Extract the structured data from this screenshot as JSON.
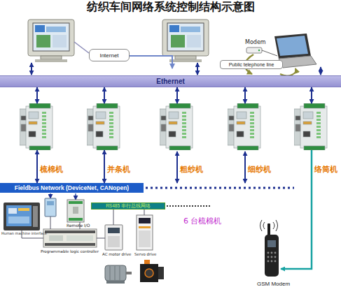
{
  "diagram": {
    "title": "纺织车间网络系统控制结构示意图",
    "nodes": [
      {
        "text": [
          "Internet"
        ]
      },
      {
        "text": [
          "Public telephone line"
        ]
      },
      {
        "text": [
          "Ethernet"
        ]
      },
      {
        "text": [
          "梳棉机"
        ]
      },
      {
        "text": [
          "并条机"
        ]
      },
      {
        "text": [
          "粗纱机"
        ]
      },
      {
        "text": [
          "细纱机"
        ]
      },
      {
        "text": [
          "络筒机"
        ]
      },
      {
        "text": [
          "Fieldbus Network (DeviceNet, CANopen)"
        ]
      },
      {
        "text": [
          "RS485 串行总线网络"
        ]
      },
      {
        "text": [
          "GSM Modem"
        ]
      }
    ],
    "edges": [
      {
        "from": 2,
        "to": 3,
        "arrow": "both"
      },
      {
        "from": 2,
        "to": 4,
        "arrow": "both"
      },
      {
        "from": 2,
        "to": 5,
        "arrow": "both"
      },
      {
        "from": 2,
        "to": 6,
        "arrow": "both"
      },
      {
        "from": 2,
        "to": 7,
        "arrow": "both"
      },
      {
        "from": 3,
        "to": 8,
        "arrow": "both"
      },
      {
        "from": 4,
        "to": 8,
        "arrow": "both"
      },
      {
        "from": 7,
        "to": 10,
        "arrow": "to"
      }
    ],
    "labels": [
      "Modem",
      "Human machine interface",
      "Remote I/O",
      "Programmable logic controller",
      "AC motor drive",
      "Servo drive",
      "6 台梳棉机"
    ]
  }
}
